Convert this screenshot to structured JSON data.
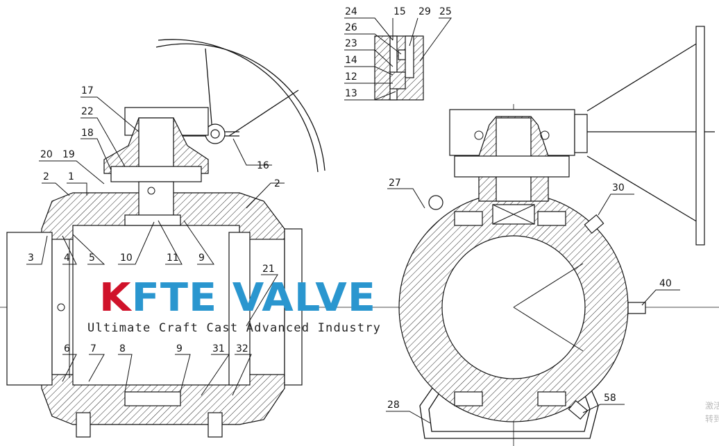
{
  "logo": {
    "brand_red": "K",
    "brand_rest": "FTE VALVE",
    "tagline": "Ultimate Craft Cast Advanced Industry",
    "colors": {
      "blue": "#2a96cf",
      "red": "#d0122a"
    }
  },
  "inset_labels": [
    "24",
    "15",
    "29",
    "25",
    "26",
    "23",
    "14",
    "12",
    "13"
  ],
  "side_labels": [
    "17",
    "22",
    "18",
    "20",
    "19",
    "16",
    "2",
    "1",
    "2",
    "3",
    "4",
    "5",
    "10",
    "11",
    "9",
    "21",
    "6",
    "7",
    "8",
    "9",
    "31",
    "32"
  ],
  "front_labels": [
    "27",
    "30",
    "40",
    "28",
    "58"
  ],
  "os_watermark": [
    "激活",
    "转到"
  ]
}
